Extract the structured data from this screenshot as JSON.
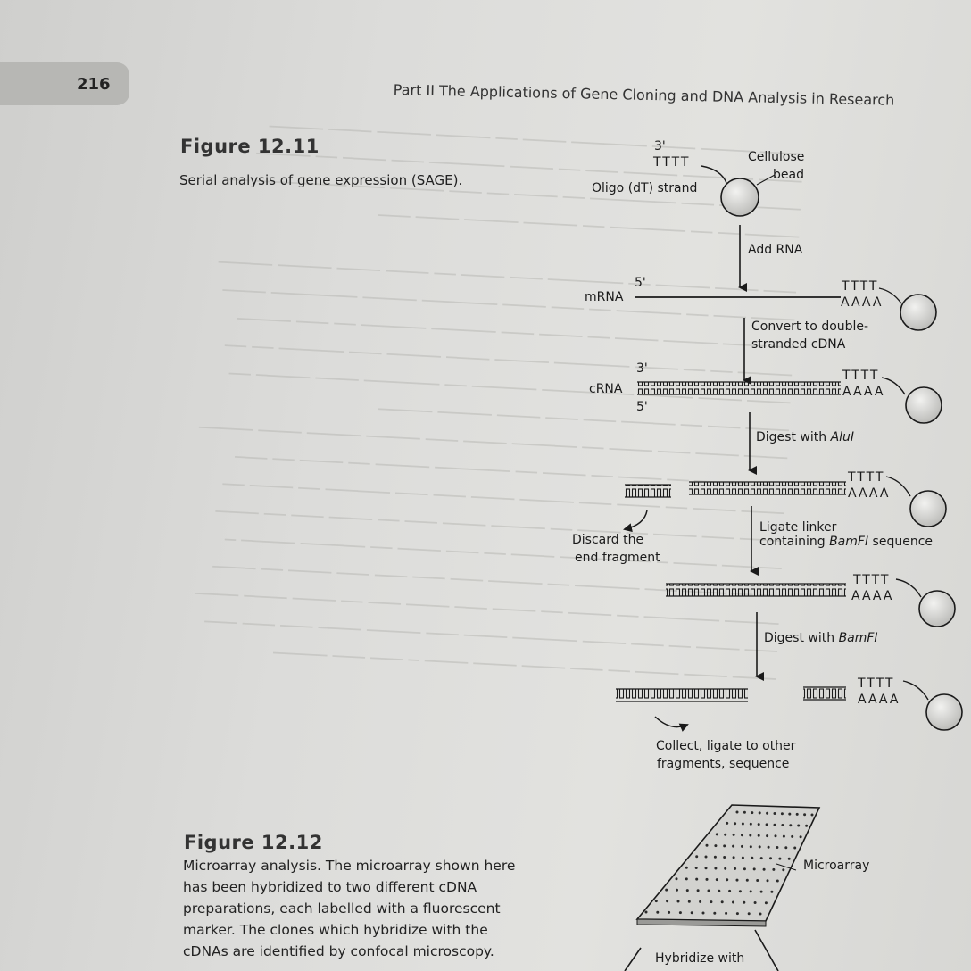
{
  "page": {
    "number": "216",
    "running_header": "Part II The Applications of Gene Cloning and DNA Analysis in Research"
  },
  "figure_12_11": {
    "title": "Figure 12.11",
    "caption": "Serial analysis of gene expression (SAGE).",
    "labels": {
      "three_prime_top": "3'",
      "tttt": "TTTT",
      "aaaa": "AAAA",
      "oligo_dt": "Oligo (dT) strand",
      "cellulose": "Cellulose",
      "bead": "bead",
      "add_rna": "Add RNA",
      "five_prime": "5'",
      "three_prime": "3'",
      "mrna": "mRNA",
      "convert_line1": "Convert to double-",
      "convert_line2": "stranded cDNA",
      "crna": "cRNA",
      "digest_alui_prefix": "Digest with ",
      "digest_alui_enzyme": "AluI",
      "ligate_line1": "Ligate linker",
      "ligate_line2_prefix": "containing ",
      "ligate_line2_enzyme": "BamFI",
      "ligate_line2_suffix": " sequence",
      "discard_line1": "Discard the",
      "discard_line2": "end fragment",
      "digest_bamfi_prefix": "Digest with ",
      "digest_bamfi_enzyme": "BamFI",
      "collect_line1": "Collect, ligate to other",
      "collect_line2": "fragments, sequence"
    }
  },
  "figure_12_12": {
    "title": "Figure 12.12",
    "caption_lines": [
      "Microarray analysis. The microarray shown here",
      "has been hybridized to two different cDNA",
      "preparations, each labelled with a fluorescent",
      "marker. The clones which hybridize with the",
      "cDNAs are identified by confocal microscopy."
    ],
    "microarray_label": "Microarray",
    "hybridize_label": "Hybridize with"
  },
  "colors": {
    "paper": "#dcdcda",
    "ink": "#1a1a1a",
    "tab": "#b7b7b4"
  }
}
